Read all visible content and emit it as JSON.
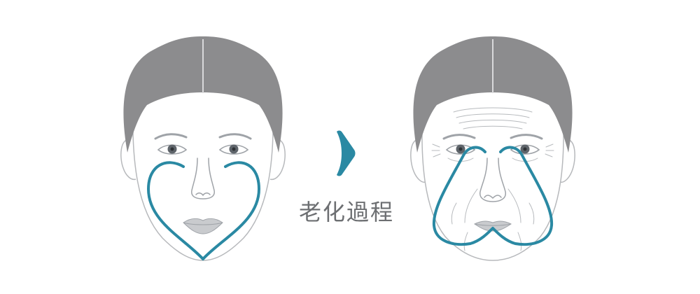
{
  "caption": "老化過程",
  "colors": {
    "hair": "#8c8c8e",
    "hair_line": "#d9d9db",
    "skin_outline": "#b7b9bc",
    "feature_line": "#9fa3a8",
    "iris": "#5e646a",
    "lips": "#c9cbce",
    "contour": "#2a89a3",
    "arrow": "#2a89a3",
    "caption": "#6d6f72"
  },
  "icons": {
    "young_face": "young-face-illustration",
    "aged_face": "aged-face-illustration",
    "arrow": "play-arrow-icon"
  }
}
